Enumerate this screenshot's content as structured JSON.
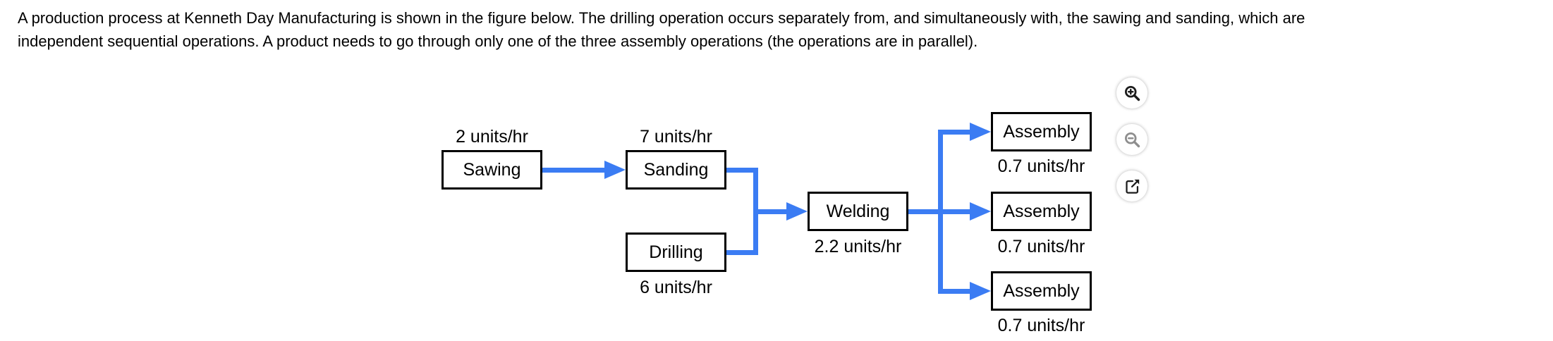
{
  "problem": {
    "line1": "A production process at Kenneth Day Manufacturing is shown in the figure below. The drilling operation occurs separately from, and simultaneously with, the sawing and sanding, which are",
    "line2": "independent sequential operations. A product needs to go through only one of the three assembly operations (the operations are in parallel)."
  },
  "figure": {
    "type": "process-flow-diagram",
    "nodes": [
      {
        "id": "sawing",
        "label": "Sawing",
        "rate": "2 units/hr",
        "rate_position": "above"
      },
      {
        "id": "sanding",
        "label": "Sanding",
        "rate": "7 units/hr",
        "rate_position": "above"
      },
      {
        "id": "drilling",
        "label": "Drilling",
        "rate": "6 units/hr",
        "rate_position": "below"
      },
      {
        "id": "welding",
        "label": "Welding",
        "rate": "2.2 units/hr",
        "rate_position": "below"
      },
      {
        "id": "assembly-top",
        "label": "Assembly",
        "rate": "0.7 units/hr",
        "rate_position": "below"
      },
      {
        "id": "assembly-middle",
        "label": "Assembly",
        "rate": "0.7 units/hr",
        "rate_position": "below"
      },
      {
        "id": "assembly-bottom",
        "label": "Assembly",
        "rate": "0.7 units/hr",
        "rate_position": "below"
      }
    ],
    "edges": [
      {
        "from": "sawing",
        "to": "sanding"
      },
      {
        "from": "sanding",
        "to": "welding"
      },
      {
        "from": "drilling",
        "to": "welding"
      },
      {
        "from": "welding",
        "to": "assembly-top"
      },
      {
        "from": "welding",
        "to": "assembly-middle"
      },
      {
        "from": "welding",
        "to": "assembly-bottom"
      }
    ],
    "colors": {
      "connector_blue": "#3b7cf3",
      "box_border": "#000000",
      "zoom_out_gray": "#8e8e8e"
    }
  },
  "figure_toolbar": {
    "buttons": [
      {
        "name": "zoom-in"
      },
      {
        "name": "zoom-out"
      },
      {
        "name": "open-in-new"
      }
    ]
  }
}
